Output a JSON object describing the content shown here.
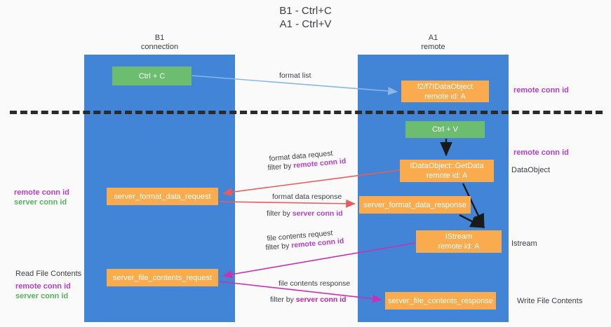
{
  "title": "B1 - Ctrl+C\nA1 - Ctrl+V",
  "lanes": [
    {
      "name": "b1",
      "header": "B1\nconnection"
    },
    {
      "name": "a1",
      "header": "A1\nremote"
    }
  ],
  "boxes": {
    "ctrl_c": "Ctrl + C",
    "idataobject": "f2/f7IDataObject\nremote id: A",
    "ctrl_v": "Ctrl + V",
    "getdata": "IDataObject::GetData\nremote id: A",
    "server_format_data_request": "server_format_data_request",
    "server_format_data_response": "server_format_data_response",
    "istream": "IStream\nremote id: A",
    "server_file_contents_request": "server_file_contents_request",
    "server_file_contents_response": "server_file_contents_response"
  },
  "notes": {
    "remote_conn_id_top": "remote conn id",
    "remote_conn_id_mid": "remote conn id",
    "dataobject": "DataObject",
    "istream": "Istream",
    "write_file_contents": "Write File Contents",
    "left_remote_conn_id": "remote conn id",
    "left_server_conn_id": "server conn id",
    "read_file_contents": "Read File Contents",
    "left_remote_conn_id_2": "remote conn id",
    "left_server_conn_id_2": "server conn id"
  },
  "edges": {
    "format_list": "format list",
    "format_data_request": "format data request",
    "format_data_request_filter_prefix": "filter by ",
    "format_data_request_filter_key": "remote conn id",
    "format_data_response": "format data response",
    "format_data_response_filter_prefix": "filter by ",
    "format_data_response_filter_key": "server conn id",
    "file_contents_request": "file contents request",
    "file_contents_request_filter_prefix": "filter by ",
    "file_contents_request_filter_key": "remote conn id",
    "file_contents_response": "file contents response",
    "file_contents_response_filter_prefix": "filter by ",
    "file_contents_response_filter_key": "server conn id"
  },
  "colors": {
    "lane": "#4285d6",
    "green_box": "#6dbd70",
    "orange_box": "#f9ab4e",
    "purple_text": "#b43ecb",
    "green_text": "#57b25e",
    "red_arrow": "#ea5b5b",
    "magenta_arrow": "#cc2fb0",
    "blue_arrow": "#8ab6e8",
    "black_arrow": "#1a1a1a",
    "divider": "#2b2b2b",
    "background": "#fafafa"
  }
}
